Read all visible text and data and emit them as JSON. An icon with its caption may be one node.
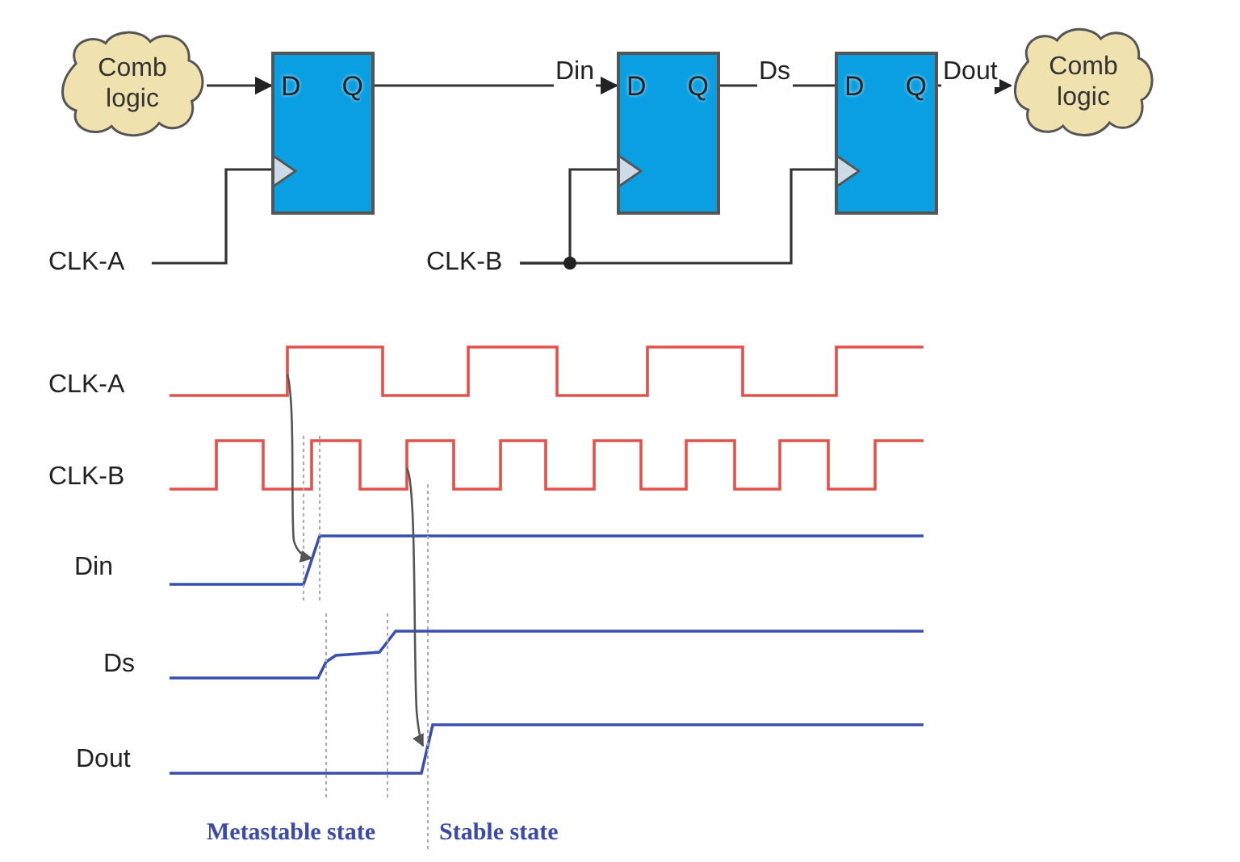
{
  "diagram": {
    "nodes": [
      {
        "text": [
          "Comb logic"
        ]
      },
      {
        "text": [
          "D",
          "Q"
        ]
      },
      {
        "text": [
          "D",
          "Q"
        ]
      },
      {
        "text": [
          "D",
          "Q"
        ]
      },
      {
        "text": [
          "Comb logic"
        ]
      },
      {
        "text": [
          "CLK-A"
        ]
      },
      {
        "text": [
          "CLK-B"
        ]
      }
    ],
    "edges": [
      {
        "from": 0,
        "to": 1,
        "arrow": "to"
      },
      {
        "from": 1,
        "to": 2,
        "label": "Din",
        "arrow": "to"
      },
      {
        "from": 2,
        "to": 3,
        "label": "Ds",
        "arrow": "none"
      },
      {
        "from": 3,
        "to": 4,
        "label": "Dout",
        "arrow": "to"
      },
      {
        "from": 5,
        "to": 1,
        "arrow": "none"
      },
      {
        "from": 6,
        "to": 2,
        "arrow": "none"
      },
      {
        "from": 6,
        "to": 3,
        "arrow": "none"
      }
    ],
    "labels": [
      "CLK-A",
      "CLK-B",
      "Din",
      "Ds",
      "Dout",
      "Metastable state",
      "Stable state"
    ]
  }
}
